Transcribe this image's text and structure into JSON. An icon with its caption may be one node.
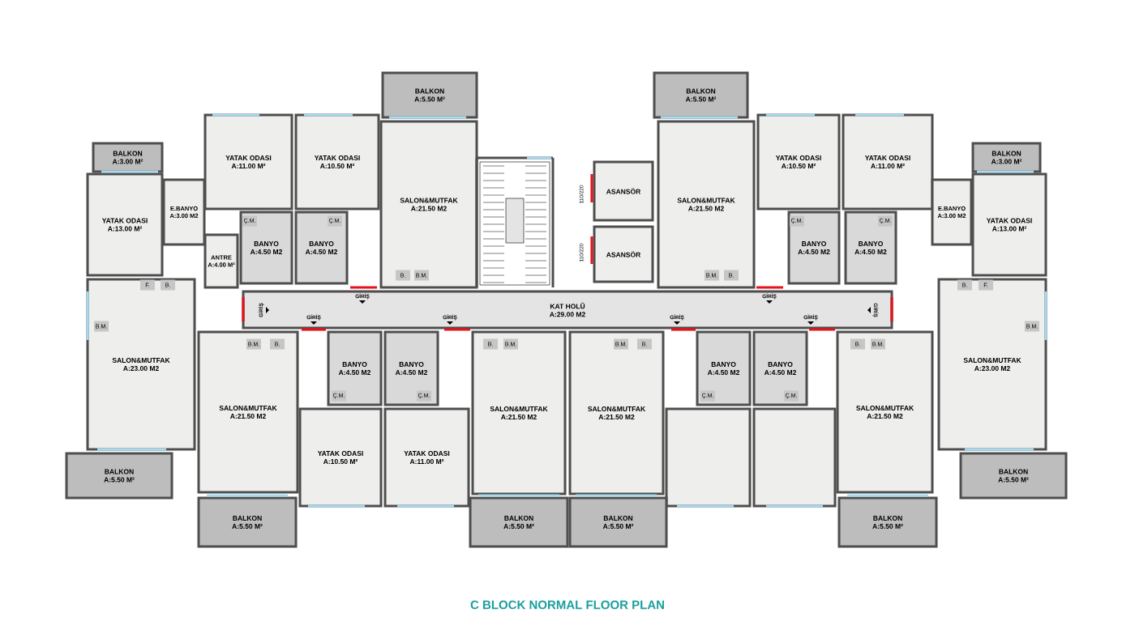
{
  "diagram": {
    "title": "C BLOCK NORMAL FLOOR PLAN",
    "nodes": [
      {
        "text": [
          "BALKON",
          "A:5.50 M²"
        ]
      },
      {
        "text": [
          "BALKON",
          "A:5.50 M²"
        ]
      },
      {
        "text": [
          "YATAK ODASI",
          "A:11.00 M²"
        ]
      },
      {
        "text": [
          "YATAK ODASI",
          "A:10.50 M²"
        ]
      },
      {
        "text": [
          "SALON&MUTFAK",
          "A:21.50 M2"
        ]
      },
      {
        "text": [
          "SALON&MUTFAK",
          "A:21.50 M2"
        ]
      },
      {
        "text": [
          "YATAK ODASI",
          "A:10.50 M²"
        ]
      },
      {
        "text": [
          "YATAK ODASI",
          "A:11.00 M²"
        ]
      },
      {
        "text": [
          "BALKON",
          "A:3.00 M²"
        ]
      },
      {
        "text": [
          "BALKON",
          "A:3.00 M²"
        ]
      },
      {
        "text": [
          "ASANSÖR"
        ]
      },
      {
        "text": [
          "YATAK ODASI",
          "A:13.00 M²"
        ]
      },
      {
        "text": [
          "E.BANYO",
          "A:3.00 M2"
        ]
      },
      {
        "text": [
          "E.BANYO",
          "A:3.00 M2"
        ]
      },
      {
        "text": [
          "YATAK ODASI",
          "A:13.00 M²"
        ]
      },
      {
        "text": [
          "BANYO",
          "A:4.50 M2"
        ]
      },
      {
        "text": [
          "BANYO",
          "A:4.50 M2"
        ]
      },
      {
        "text": [
          "BANYO",
          "A:4.50 M2"
        ]
      },
      {
        "text": [
          "BANYO",
          "A:4.50 M2"
        ]
      },
      {
        "text": [
          "ASANSÖR"
        ]
      },
      {
        "text": [
          "ANTRE",
          "A:4.00 M²"
        ]
      },
      {
        "text": [
          "KAT HOLÛ",
          "A:29.00 M2"
        ]
      },
      {
        "text": [
          "SALON&MUTFAK",
          "A:23.00 M2"
        ]
      },
      {
        "text": [
          "SALON&MUTFAK",
          "A:23.00 M2"
        ]
      },
      {
        "text": [
          "SALON&MUTFAK",
          "A:21.50 M2"
        ]
      },
      {
        "text": [
          "BANYO",
          "A:4.50 M2"
        ]
      },
      {
        "text": [
          "BANYO",
          "A:4.50 M2"
        ]
      },
      {
        "text": [
          "SALON&MUTFAK",
          "A:21.50 M2"
        ]
      },
      {
        "text": [
          "SALON&MUTFAK",
          "A:21.50 M2"
        ]
      },
      {
        "text": [
          "BANYO",
          "A:4.50 M2"
        ]
      },
      {
        "text": [
          "BANYO",
          "A:4.50 M2"
        ]
      },
      {
        "text": [
          "SALON&MUTFAK",
          "A:21.50 M2"
        ]
      },
      {
        "text": [
          "YATAK ODASI",
          "A:10.50 M²"
        ]
      },
      {
        "text": [
          "YATAK ODASI",
          "A:11.00 M²"
        ]
      },
      {
        "text": [],
        "shape": "box"
      },
      {
        "text": [],
        "shape": "box"
      },
      {
        "text": [
          "BALKON",
          "A:5.50 M²"
        ]
      },
      {
        "text": [
          "BALKON",
          "A:5.50 M²"
        ]
      },
      {
        "text": [
          "BALKON",
          "A:5.50 M²"
        ]
      },
      {
        "text": [
          "BALKON",
          "A:5.50 M²"
        ]
      },
      {
        "text": [
          "BALKON",
          "A:5.50 M²"
        ]
      },
      {
        "text": [
          "BALKON",
          "A:5.50 M²"
        ]
      }
    ],
    "labels": [
      "110/220",
      "Ç.M.",
      "Ç.M.",
      "Ç.M.",
      "Ç.M.",
      "110/220",
      "B.",
      "B.M.",
      "B.M.",
      "B.",
      "F.",
      "B.",
      "B.",
      "F.",
      "GİRİŞ",
      "GİRİŞ",
      "GİRİŞ",
      "GİRİŞ",
      "GİRİŞ",
      "GİRİŞ",
      "GİRİŞ",
      "GİRİŞ",
      "B.M.",
      "B.M.",
      "B.M.",
      "B.",
      "B.",
      "B.M.",
      "B.M.",
      "B.",
      "B.",
      "B.M.",
      "Ç.M.",
      "Ç.M.",
      "Ç.M.",
      "Ç.M."
    ]
  }
}
